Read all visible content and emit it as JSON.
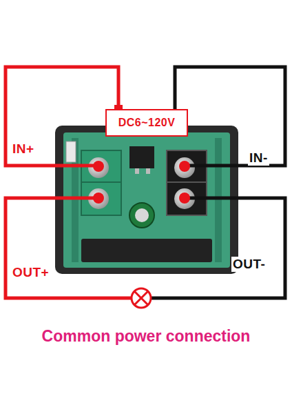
{
  "diagram": {
    "caption": "Common power connection",
    "nodes": [
      {
        "text": [
          "DC6~120V"
        ]
      }
    ],
    "edges": [],
    "labels": [
      "IN+",
      "IN-",
      "OUT+",
      "OUT-"
    ]
  }
}
